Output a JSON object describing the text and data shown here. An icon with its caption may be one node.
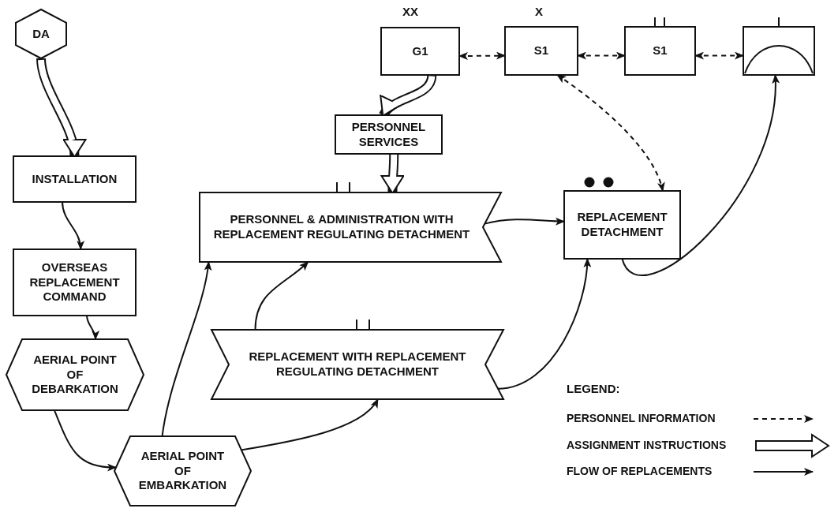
{
  "diagram": {
    "nodes": [
      {
        "text": [
          "DA"
        ]
      },
      {
        "text": [
          "INSTALLATION"
        ]
      },
      {
        "text": [
          "OVERSEAS REPLACEMENT COMMAND"
        ]
      },
      {
        "text": [
          "AERIAL POINT OF DEBARKATION"
        ]
      },
      {
        "text": [
          "AERIAL POINT OF EMBARKATION"
        ]
      },
      {
        "text": [
          "PERSONNEL & ADMINISTRATION WITH REPLACEMENT REGULATING DETACHMENT"
        ]
      },
      {
        "text": [
          "REPLACEMENT WITH REPLACEMENT REGULATING DETACHMENT"
        ]
      },
      {
        "text": [
          "G1"
        ]
      },
      {
        "text": [
          "PERSONNEL SERVICES"
        ]
      },
      {
        "text": [
          "S1"
        ]
      },
      {
        "text": [
          "S1"
        ]
      },
      {
        "text": [],
        "shape": "box"
      },
      {
        "text": [
          "REPLACEMENT DETACHMENT"
        ]
      }
    ],
    "edges": [
      {
        "from": 0,
        "to": 1,
        "arrow": "to",
        "style": "thick"
      },
      {
        "from": 1,
        "to": 2,
        "arrow": "to"
      },
      {
        "from": 2,
        "to": 3,
        "arrow": "to"
      },
      {
        "from": 3,
        "to": 4,
        "arrow": "to"
      },
      {
        "from": 4,
        "to": 5,
        "arrow": "to"
      },
      {
        "from": 4,
        "to": 6,
        "arrow": "to"
      },
      {
        "from": 6,
        "to": 5,
        "arrow": "to"
      },
      {
        "from": 5,
        "to": 12,
        "arrow": "to"
      },
      {
        "from": 6,
        "to": 12,
        "arrow": "to"
      },
      {
        "from": 12,
        "to": 11,
        "arrow": "to"
      },
      {
        "from": 7,
        "to": 9,
        "arrow": "both",
        "style": "dashed"
      },
      {
        "from": 9,
        "to": 10,
        "arrow": "both",
        "style": "dashed"
      },
      {
        "from": 10,
        "to": 11,
        "arrow": "both",
        "style": "dashed"
      },
      {
        "from": 9,
        "to": 12,
        "arrow": "both",
        "style": "dashed"
      },
      {
        "from": 7,
        "to": 8,
        "arrow": "to",
        "style": "thick"
      },
      {
        "from": 8,
        "to": 5,
        "arrow": "to",
        "style": "thick"
      }
    ],
    "labels": [
      "XX",
      "X",
      "LEGEND:"
    ],
    "legend": [
      {
        "text": "PERSONNEL INFORMATION"
      },
      {
        "text": "ASSIGNMENT INSTRUCTIONS"
      },
      {
        "text": "FLOW OF REPLACEMENTS"
      }
    ]
  }
}
